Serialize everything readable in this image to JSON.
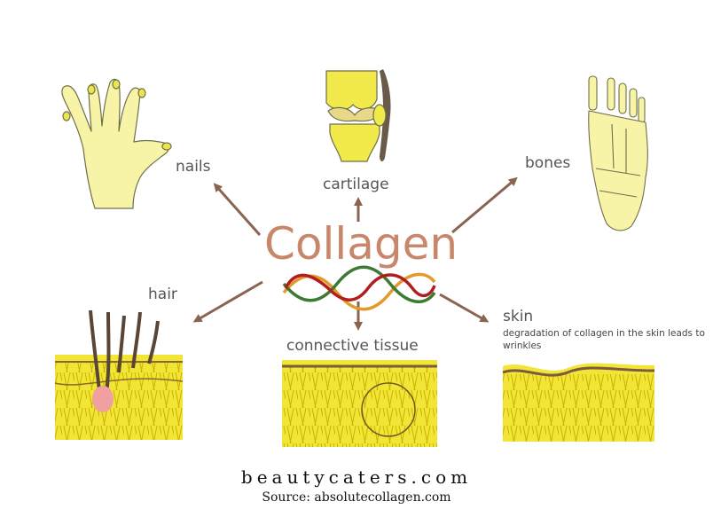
{
  "title": "Collagen",
  "labels": {
    "nails": "nails",
    "cartilage": "cartilage",
    "bones": "bones",
    "hair": "hair",
    "connective_tissue": "connective tissue",
    "skin": "skin"
  },
  "skin_note": "degradation of collagen in the skin leads to wrinkles",
  "footer": {
    "site": "beautycaters.com",
    "source": "Source: absolutecollagen.com"
  },
  "colors": {
    "title": "#c8866a",
    "arrow": "#8a6450",
    "tissue_yellow": "#f2e536",
    "tissue_fiber": "#c8b400",
    "bone_fill": "#f7f4a8",
    "bone_stroke": "#6f6f4a",
    "strand_red": "#b01e1e",
    "strand_orange": "#e39a2a",
    "strand_green": "#3e7a33",
    "hair_brown": "#5a4636"
  },
  "icons": [
    "hand-icon",
    "knee-joint-icon",
    "foot-bones-icon",
    "hair-follicle-icon",
    "connective-tissue-icon",
    "skin-tissue-icon",
    "collagen-helix-icon"
  ]
}
